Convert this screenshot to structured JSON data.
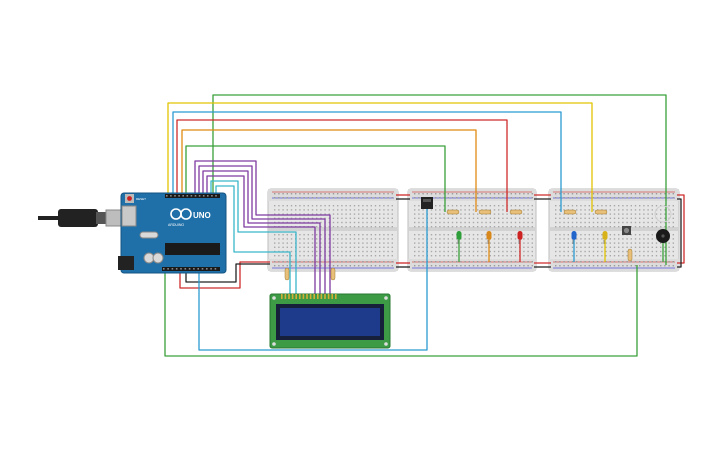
{
  "board": {
    "brand_text": "UNO",
    "sub_text": "ARDUINO",
    "reset_label": "RESET",
    "color": "#1f6fa8"
  },
  "lcd": {
    "screen_color": "#1e3a8a",
    "pcb_color": "#3d9a45"
  },
  "wires": {
    "colors": {
      "green": "#3aa03a",
      "yellow": "#e2c400",
      "blue": "#2b9bd1",
      "red": "#cf2b2b",
      "orange": "#e08a12",
      "purple": "#7e3aa0",
      "cyan": "#39b6c9",
      "black": "#222222"
    }
  },
  "leds": {
    "colors": [
      "#2e9e3a",
      "#d8881a",
      "#cc2222",
      "#2266cc",
      "#d8b21a"
    ]
  },
  "components": {
    "buzzer": "buzzer-icon",
    "pushbutton": "pushbutton-icon",
    "ic_chip": "ic-chip-icon",
    "usb_cable": "usb-cable-icon"
  }
}
